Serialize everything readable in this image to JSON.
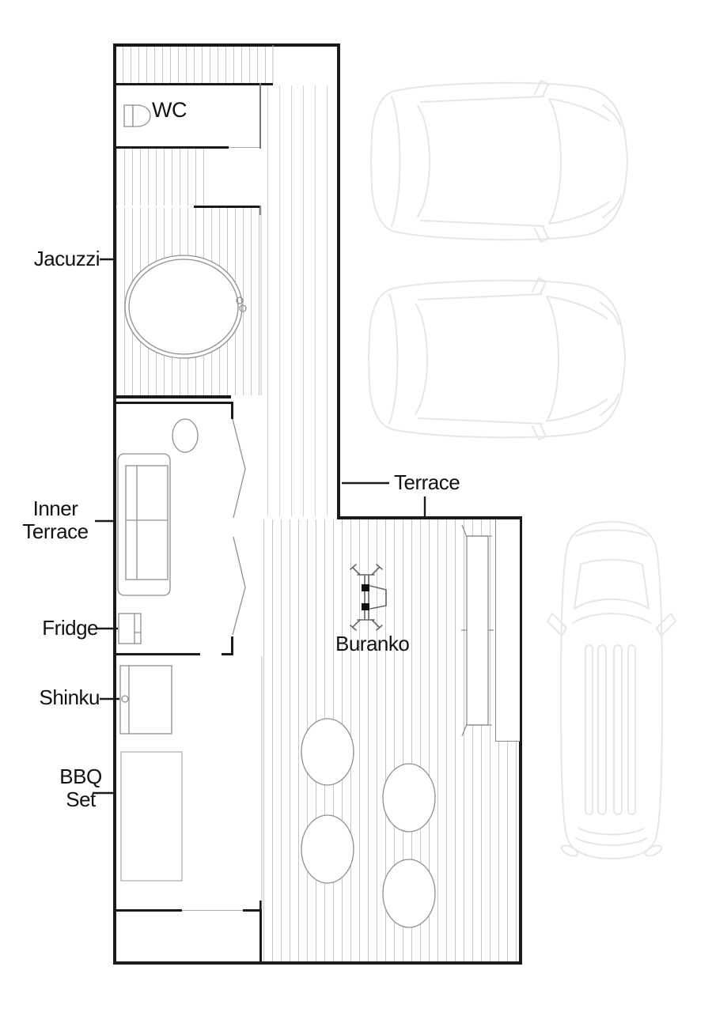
{
  "labels": {
    "wc": "WC",
    "jacuzzi": "Jacuzzi",
    "inner_terrace": {
      "line1": "Inner",
      "line2": "Terrace"
    },
    "fridge": "Fridge",
    "shinku": "Shinku",
    "bbq": {
      "line1": "BBQ",
      "line2": "Set"
    },
    "terrace": "Terrace",
    "buranko": "Buranko"
  },
  "colors": {
    "wall": "#1a1a1a",
    "deck_line": "#c8c8c8",
    "deck_line_light": "#d4d4d4",
    "furniture": "#8f8f8f",
    "car_line": "#e6e6e6",
    "text": "#111111",
    "background": "#ffffff"
  }
}
